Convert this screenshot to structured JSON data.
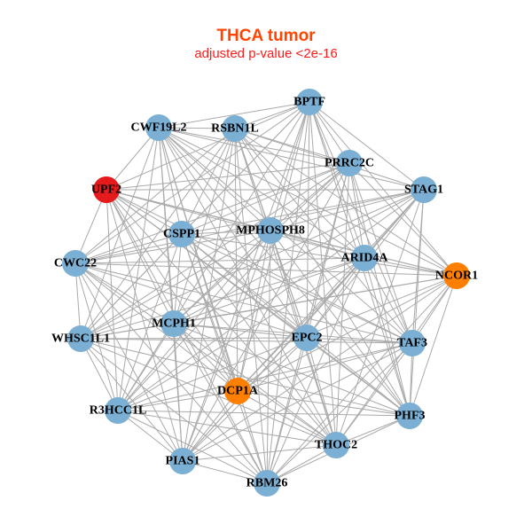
{
  "title": "THCA tumor",
  "subtitle": "adjusted p-value <2e-16",
  "colors": {
    "default": "#7BAFD4",
    "red": "#E41A1C",
    "orange": "#FF7F00",
    "edge": "#AAAAAA"
  },
  "nodes": [
    {
      "id": "BPTF",
      "color": "default"
    },
    {
      "id": "RSBN1L",
      "color": "default"
    },
    {
      "id": "CWF19L2",
      "color": "default"
    },
    {
      "id": "PRRC2C",
      "color": "default"
    },
    {
      "id": "STAG1",
      "color": "default"
    },
    {
      "id": "UPF2",
      "color": "red"
    },
    {
      "id": "CSPP1",
      "color": "default"
    },
    {
      "id": "MPHOSPH8",
      "color": "default"
    },
    {
      "id": "ARID4A",
      "color": "default"
    },
    {
      "id": "NCOR1",
      "color": "orange"
    },
    {
      "id": "CWC22",
      "color": "default"
    },
    {
      "id": "MCPH1",
      "color": "default"
    },
    {
      "id": "EPC2",
      "color": "default"
    },
    {
      "id": "TAF3",
      "color": "default"
    },
    {
      "id": "WHSC1L1",
      "color": "default"
    },
    {
      "id": "DCP1A",
      "color": "orange"
    },
    {
      "id": "R3HCC1L",
      "color": "default"
    },
    {
      "id": "PHF3",
      "color": "default"
    },
    {
      "id": "THOC2",
      "color": "default"
    },
    {
      "id": "PIAS1",
      "color": "default"
    },
    {
      "id": "RBM26",
      "color": "default"
    }
  ]
}
